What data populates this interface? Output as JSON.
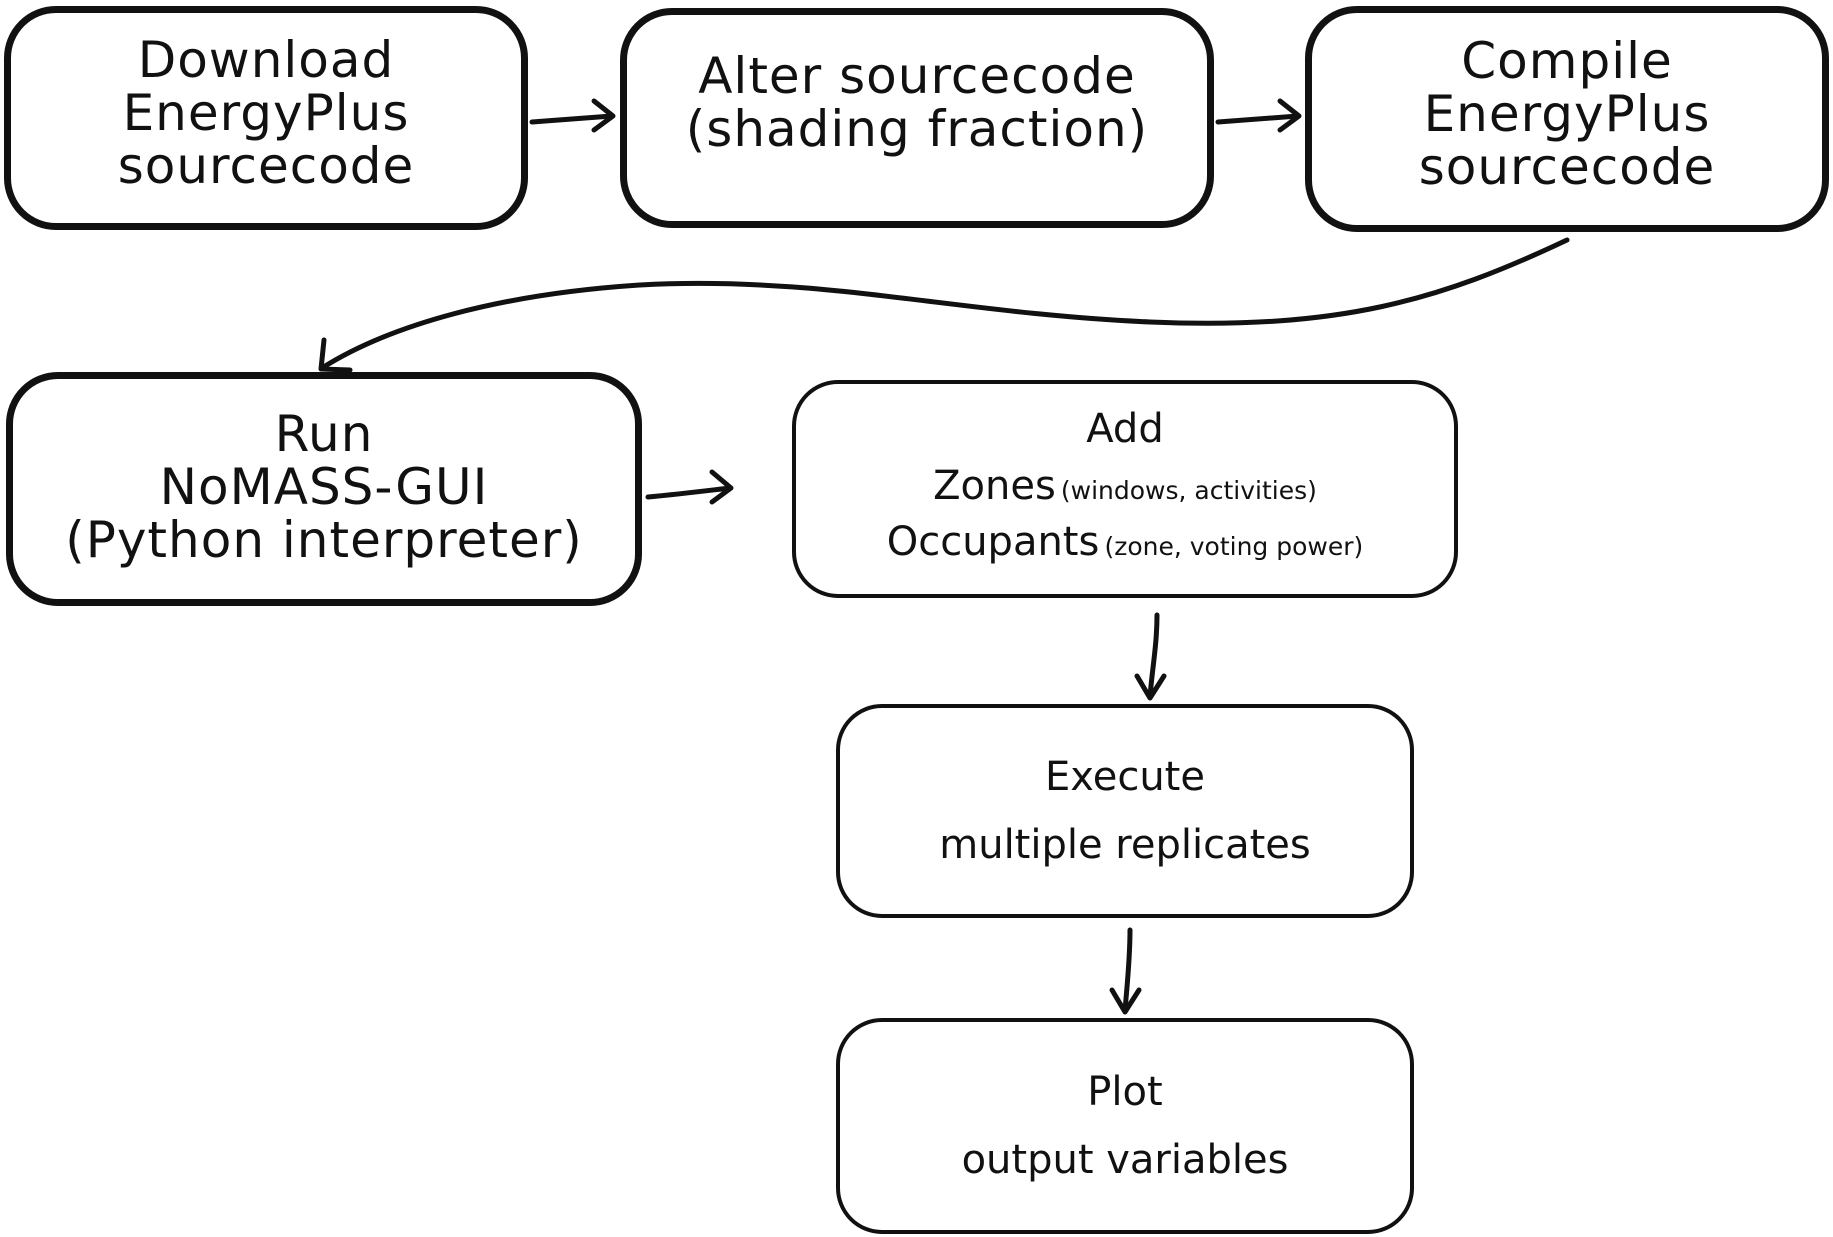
{
  "nodes": {
    "download": {
      "lines": [
        "Download",
        "EnergyPlus",
        "sourcecode"
      ]
    },
    "alter": {
      "lines": [
        "Alter sourcecode",
        "(shading fraction)"
      ]
    },
    "compile": {
      "lines": [
        "Compile",
        "EnergyPlus",
        "sourcecode"
      ]
    },
    "run": {
      "lines": [
        "Run",
        "NoMASS-GUI",
        "(Python interpreter)"
      ]
    },
    "add": {
      "title": "Add",
      "zones_label": "Zones",
      "zones_detail": "(windows, activities)",
      "occupants_label": "Occupants",
      "occupants_detail": "(zone, voting power)"
    },
    "execute": {
      "lines": [
        "Execute",
        "multiple replicates"
      ]
    },
    "plot": {
      "lines": [
        "Plot",
        "output variables"
      ]
    }
  }
}
